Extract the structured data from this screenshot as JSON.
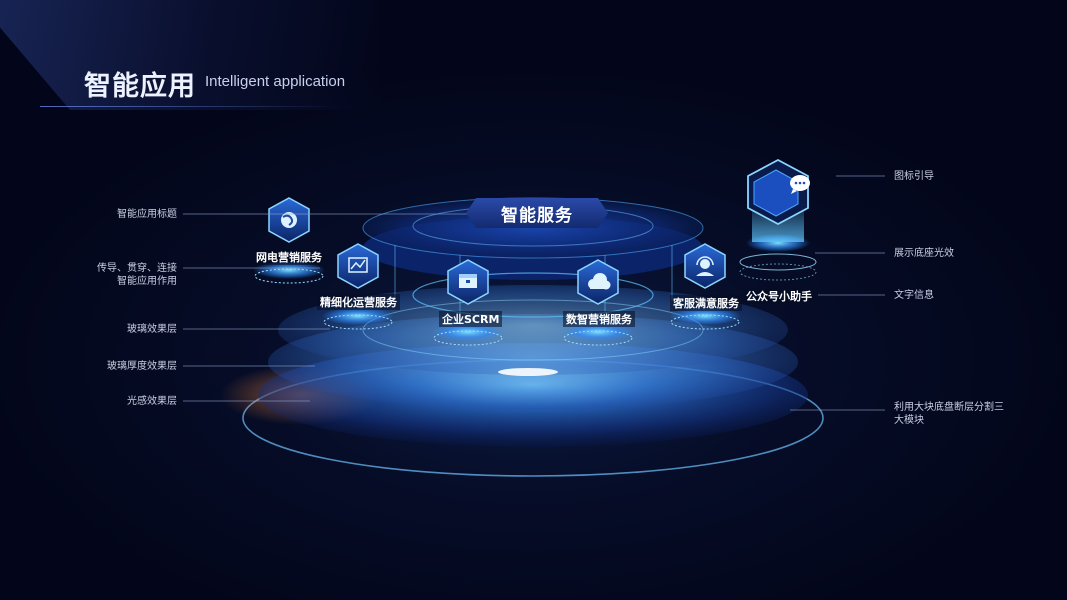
{
  "header": {
    "title_cn": "智能应用",
    "title_en": "Intelligent application"
  },
  "center": {
    "title": "智能服务"
  },
  "nodes": [
    {
      "label": "网电营销服务",
      "icon": "globe-icon"
    },
    {
      "label": "精细化运营服务",
      "icon": "trend-chart-icon"
    },
    {
      "label": "企业SCRM",
      "icon": "box-icon"
    },
    {
      "label": "数智营销服务",
      "icon": "cloud-icon"
    },
    {
      "label": "客服满意服务",
      "icon": "headset-icon"
    },
    {
      "label": "公众号小助手",
      "icon": "chat-bubble-icon"
    }
  ],
  "annotations": {
    "left": [
      "智能应用标题",
      "传导、贯穿、连接\n智能应用作用",
      "玻璃效果层",
      "玻璃厚度效果层",
      "光感效果层"
    ],
    "right": [
      "图标引导",
      "展示底座光效",
      "文字信息",
      "利用大块底盘断层分割三\n大模块"
    ]
  },
  "colors": {
    "background": "#04081a",
    "accent": "#3a8cff",
    "glow": "#5fc8ff",
    "text": "#c9cfe2"
  }
}
